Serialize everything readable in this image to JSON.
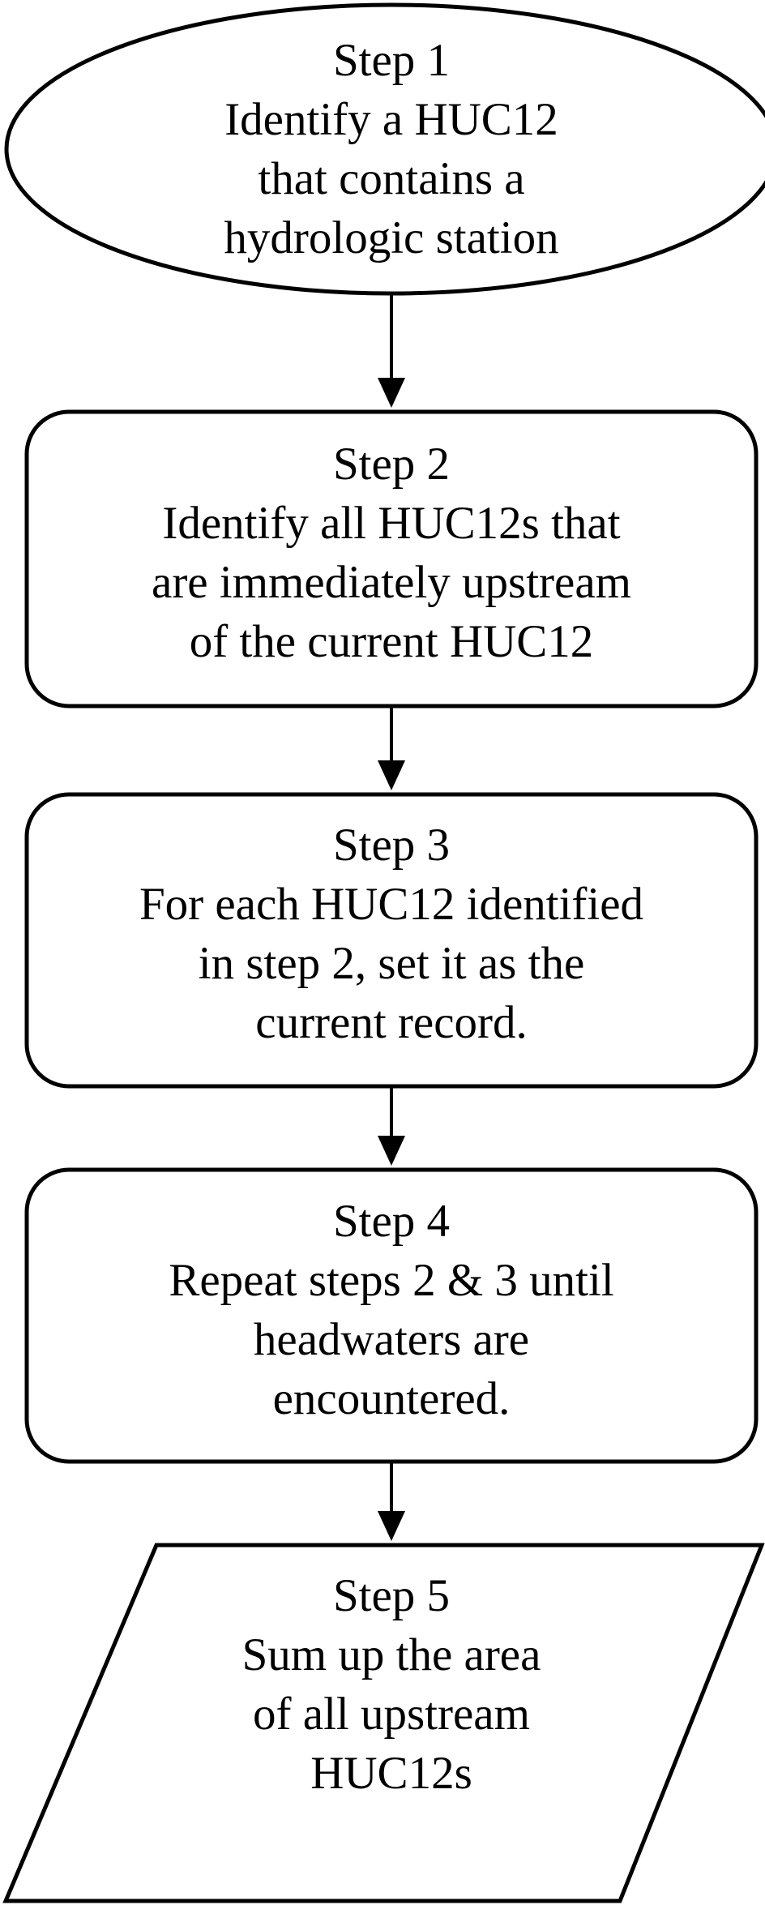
{
  "steps": [
    {
      "shape": "ellipse",
      "title": "Step 1",
      "lines": [
        "Identify a HUC12",
        "that contains a",
        "hydrologic station"
      ]
    },
    {
      "shape": "rounded-rectangle",
      "title": "Step 2",
      "lines": [
        "Identify all HUC12s that",
        "are immediately upstream",
        "of the current HUC12"
      ]
    },
    {
      "shape": "rounded-rectangle",
      "title": "Step 3",
      "lines": [
        "For each HUC12 identified",
        "in step 2, set it as the",
        "current record."
      ]
    },
    {
      "shape": "rounded-rectangle",
      "title": "Step 4",
      "lines": [
        "Repeat steps 2 & 3 until",
        "headwaters are",
        "encountered."
      ]
    },
    {
      "shape": "parallelogram",
      "title": "Step 5",
      "lines": [
        "Sum up the area",
        "of all upstream",
        "HUC12s"
      ]
    }
  ],
  "colors": {
    "stroke": "#000000",
    "fill": "#ffffff",
    "text": "#000000"
  }
}
